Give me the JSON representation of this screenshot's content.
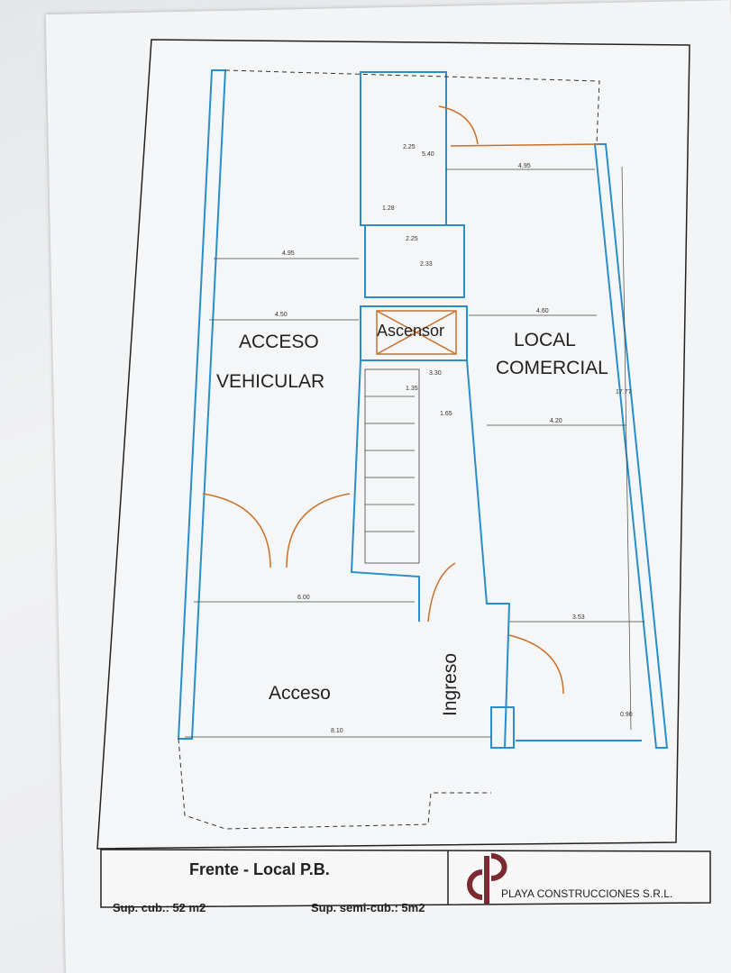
{
  "rooms": {
    "acceso_vehicular_1": "ACCESO",
    "acceso_vehicular_2": "VEHICULAR",
    "ascensor": "Ascensor",
    "local_1": "LOCAL",
    "local_2": "COMERCIAL",
    "acceso": "Acceso",
    "ingreso": "Ingreso"
  },
  "dims": [
    "2.25",
    "5.40",
    "1.28",
    "2.25",
    "2.33",
    "4.95",
    "4.95",
    "4.50",
    "4.60",
    "3.30",
    "1.35",
    "1.65",
    "4.20",
    "17.77",
    "6.00",
    "3.53",
    "8.10",
    "0.90"
  ],
  "title_block": {
    "title": "Frente - Local P.B.",
    "sup_cub": "Sup. cub.: 52 m2",
    "sup_semi_cub": "Sup. semi-cub.: 5m2",
    "company": "PLAYA CONSTRUCCIONES S.R.L."
  }
}
